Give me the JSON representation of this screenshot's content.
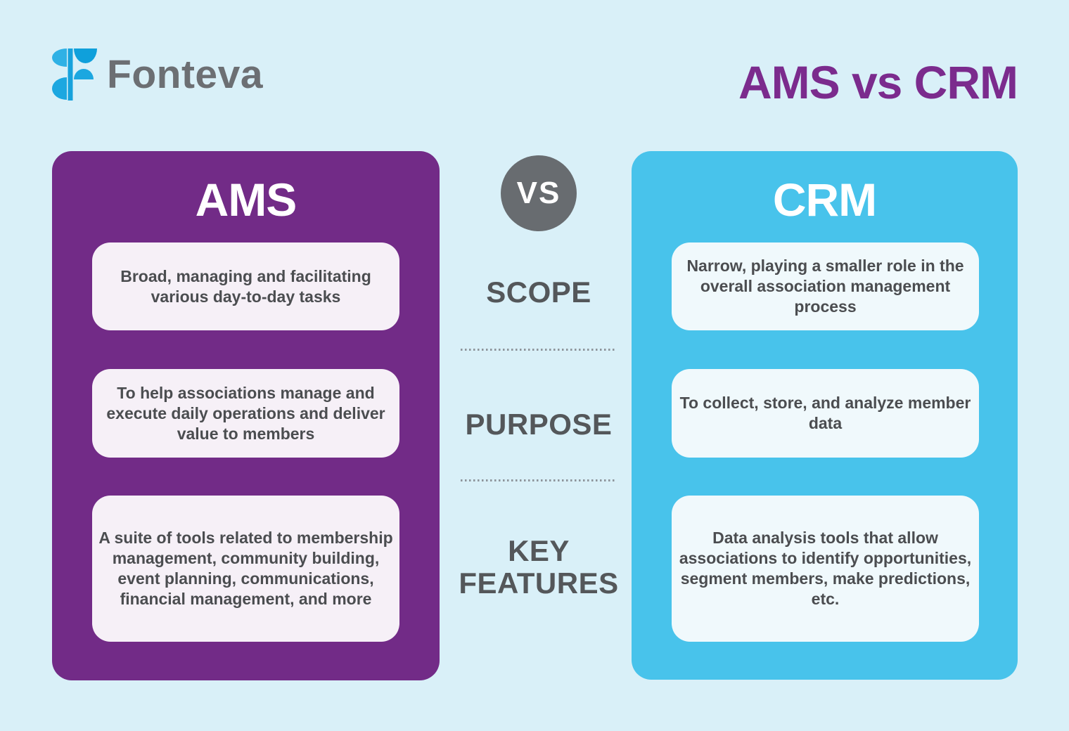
{
  "page": {
    "background": "#D9F0F8"
  },
  "header": {
    "brand": "Fonteva",
    "title": "AMS vs CRM",
    "colors": {
      "brand_text": "#6C6F73",
      "title": "#7B2B8D",
      "logo_blue_light": "#2FB1E5",
      "logo_blue_mid": "#1CA7E0",
      "logo_blue_dark": "#0FA0DB"
    }
  },
  "comparison": {
    "vs_badge": {
      "label": "VS",
      "background": "#686C70",
      "text_color": "#FFFFFF"
    },
    "row_labels": [
      {
        "label": "SCOPE"
      },
      {
        "label": "PURPOSE"
      },
      {
        "label": "KEY FEATURES"
      }
    ],
    "label_color": "#54575A",
    "text_color": "#4B4D50",
    "columns": [
      {
        "title": "AMS",
        "card_color": "#722B87",
        "cell_background": "#F6F0F7",
        "cells": [
          "Broad, managing and facilitating various day-to-day tasks",
          "To help associations manage and execute daily operations and deliver value to members",
          "A suite of tools related to membership management, community building, event planning, communications, financial management, and more"
        ]
      },
      {
        "title": "CRM",
        "card_color": "#48C3EB",
        "cell_background": "#F0F9FC",
        "cells": [
          "Narrow, playing a smaller role in the overall association management process",
          "To collect, store, and analyze member data",
          "Data analysis tools that allow associations to identify opportunities, segment members, make predictions, etc."
        ]
      }
    ]
  }
}
